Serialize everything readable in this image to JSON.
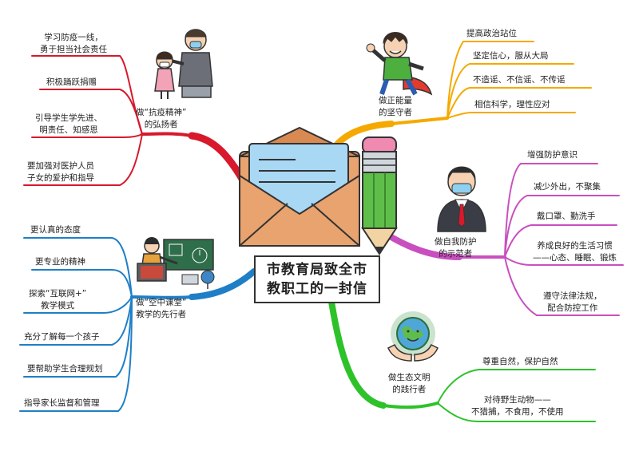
{
  "title": {
    "line1": "市教育局致全市",
    "line2": "教职工的一封信"
  },
  "colors": {
    "red": "#d7192b",
    "orange": "#f5a900",
    "magenta": "#c94fbf",
    "blue": "#1f7fc6",
    "green": "#2ec22a"
  },
  "branches": {
    "red": {
      "topic": {
        "line1": "做“抗疫精神”",
        "line2": "的弘扬者"
      },
      "items": [
        {
          "line1": "学习防疫一线，",
          "line2": "勇于担当社会责任"
        },
        {
          "line1": "积极踊跃捐赠",
          "line2": ""
        },
        {
          "line1": "引导学生学先进、",
          "line2": "明责任、知感恩"
        },
        {
          "line1": "要加强对医护人员",
          "line2": "子女的爱护和指导"
        }
      ]
    },
    "orange": {
      "topic": {
        "line1": "做正能量",
        "line2": "的坚守者"
      },
      "items": [
        {
          "line1": "提高政治站位",
          "line2": ""
        },
        {
          "line1": "坚定信心，服从大局",
          "line2": ""
        },
        {
          "line1": "不造谣、不信谣、不传谣",
          "line2": ""
        },
        {
          "line1": "相信科学，理性应对",
          "line2": ""
        }
      ]
    },
    "magenta": {
      "topic": {
        "line1": "做自我防护",
        "line2": "的示范者"
      },
      "items": [
        {
          "line1": "增强防护意识",
          "line2": ""
        },
        {
          "line1": "减少外出，不聚集",
          "line2": ""
        },
        {
          "line1": "戴口罩、勤洗手",
          "line2": ""
        },
        {
          "line1": "养成良好的生活习惯",
          "line2": "——心态、睡眠、锻炼"
        },
        {
          "line1": "遵守法律法规，",
          "line2": "配合防控工作"
        }
      ]
    },
    "blue": {
      "topic": {
        "line1": "做“空中课堂”",
        "line2": "教学的先行者"
      },
      "items": [
        {
          "line1": "更认真的态度",
          "line2": ""
        },
        {
          "line1": "更专业的精神",
          "line2": ""
        },
        {
          "line1": "探索“互联网+”",
          "line2": "教学模式"
        },
        {
          "line1": "充分了解每一个孩子",
          "line2": ""
        },
        {
          "line1": "要帮助学生合理规划",
          "line2": ""
        },
        {
          "line1": "指导家长监督和管理",
          "line2": ""
        }
      ]
    },
    "green": {
      "topic": {
        "line1": "做生态文明",
        "line2": "的践行者"
      },
      "items": [
        {
          "line1": "尊重自然，保护自然",
          "line2": ""
        },
        {
          "line1": "对待野生动物——",
          "line2": "不猎捕，不食用，不使用"
        }
      ]
    }
  }
}
